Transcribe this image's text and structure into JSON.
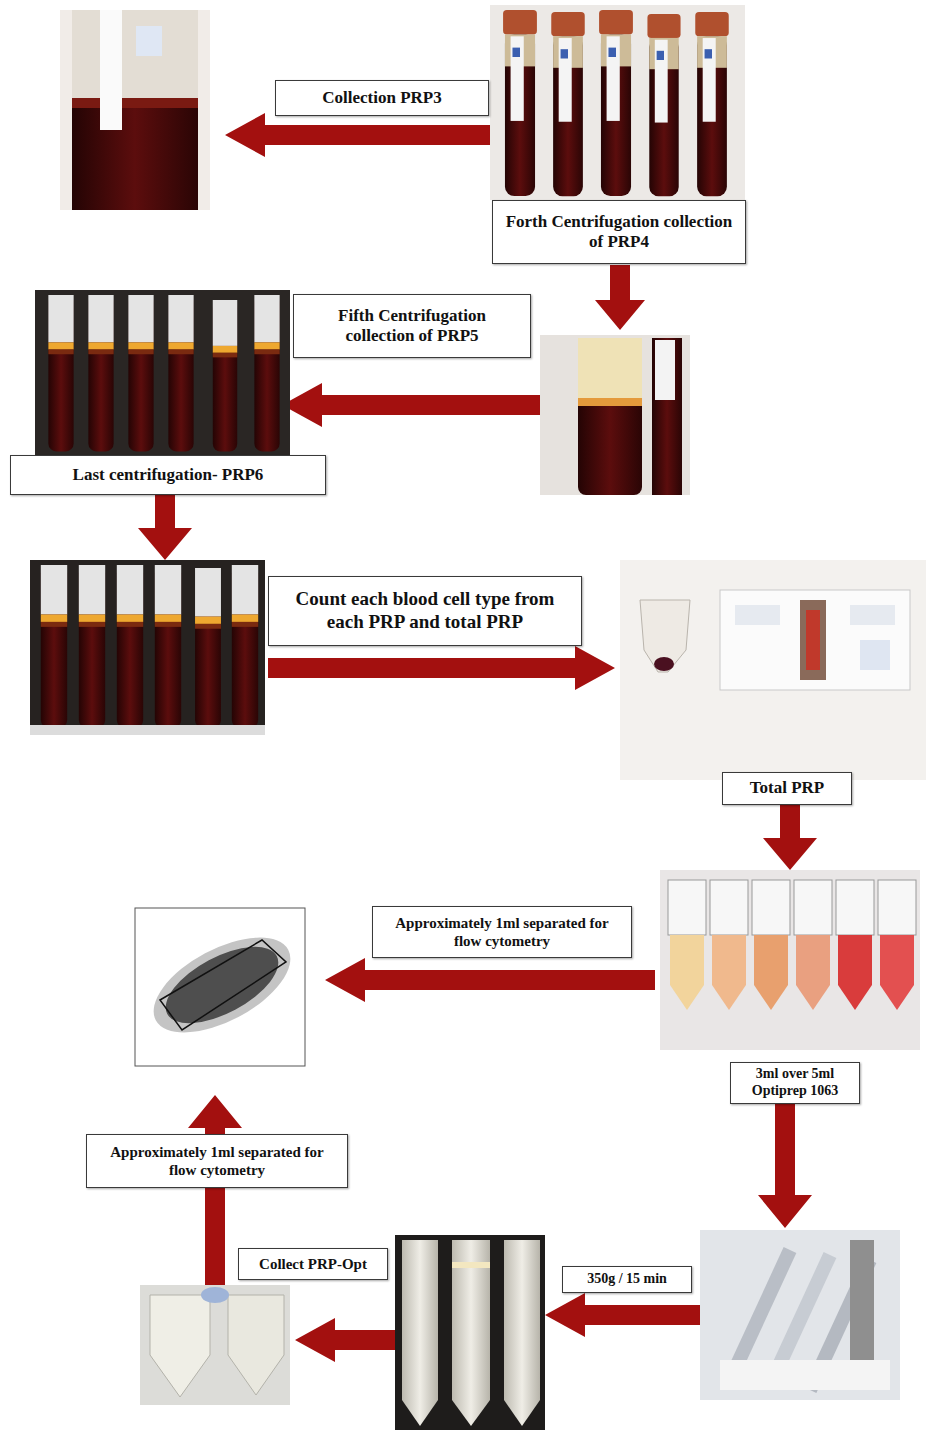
{
  "diagram": {
    "nodes": [
      {
        "text": [
          "Collection PRP3"
        ]
      },
      {
        "text": [
          "Forth Centrifugation collection of PRP4"
        ]
      },
      {
        "text": [
          "Fifth Centrifugation collection of PRP5"
        ]
      },
      {
        "text": [
          "Last centrifugation- PRP6"
        ]
      },
      {
        "text": [
          "Count each blood cell type from each PRP and total PRP"
        ]
      },
      {
        "text": [
          "Total PRP"
        ]
      },
      {
        "text": [
          "Approximately 1ml separated for flow cytometry"
        ]
      },
      {
        "text": [
          "3ml over 5ml Optiprep 1063"
        ]
      },
      {
        "text": [
          "Approximately 1ml separated for flow cytometry"
        ]
      },
      {
        "text": [
          "Collect PRP-Opt"
        ]
      },
      {
        "text": [
          "350g / 15 min"
        ]
      }
    ]
  }
}
